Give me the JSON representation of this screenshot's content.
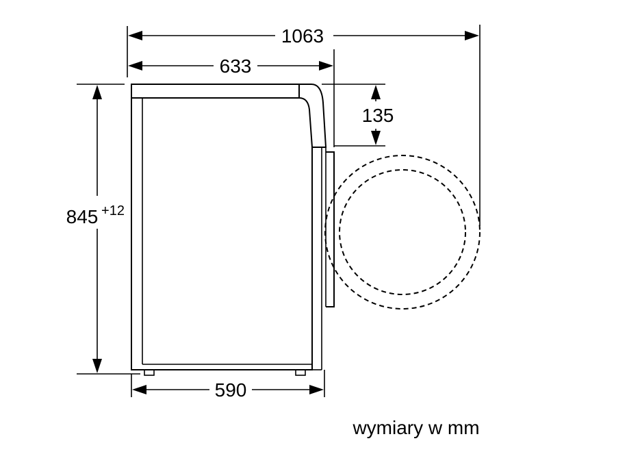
{
  "dimensions": {
    "total_depth_door_open": "1063",
    "depth_with_door": "633",
    "door_protrusion": "135",
    "height": "845",
    "height_tolerance": "+12",
    "body_depth": "590"
  },
  "caption": "wymiary w mm"
}
